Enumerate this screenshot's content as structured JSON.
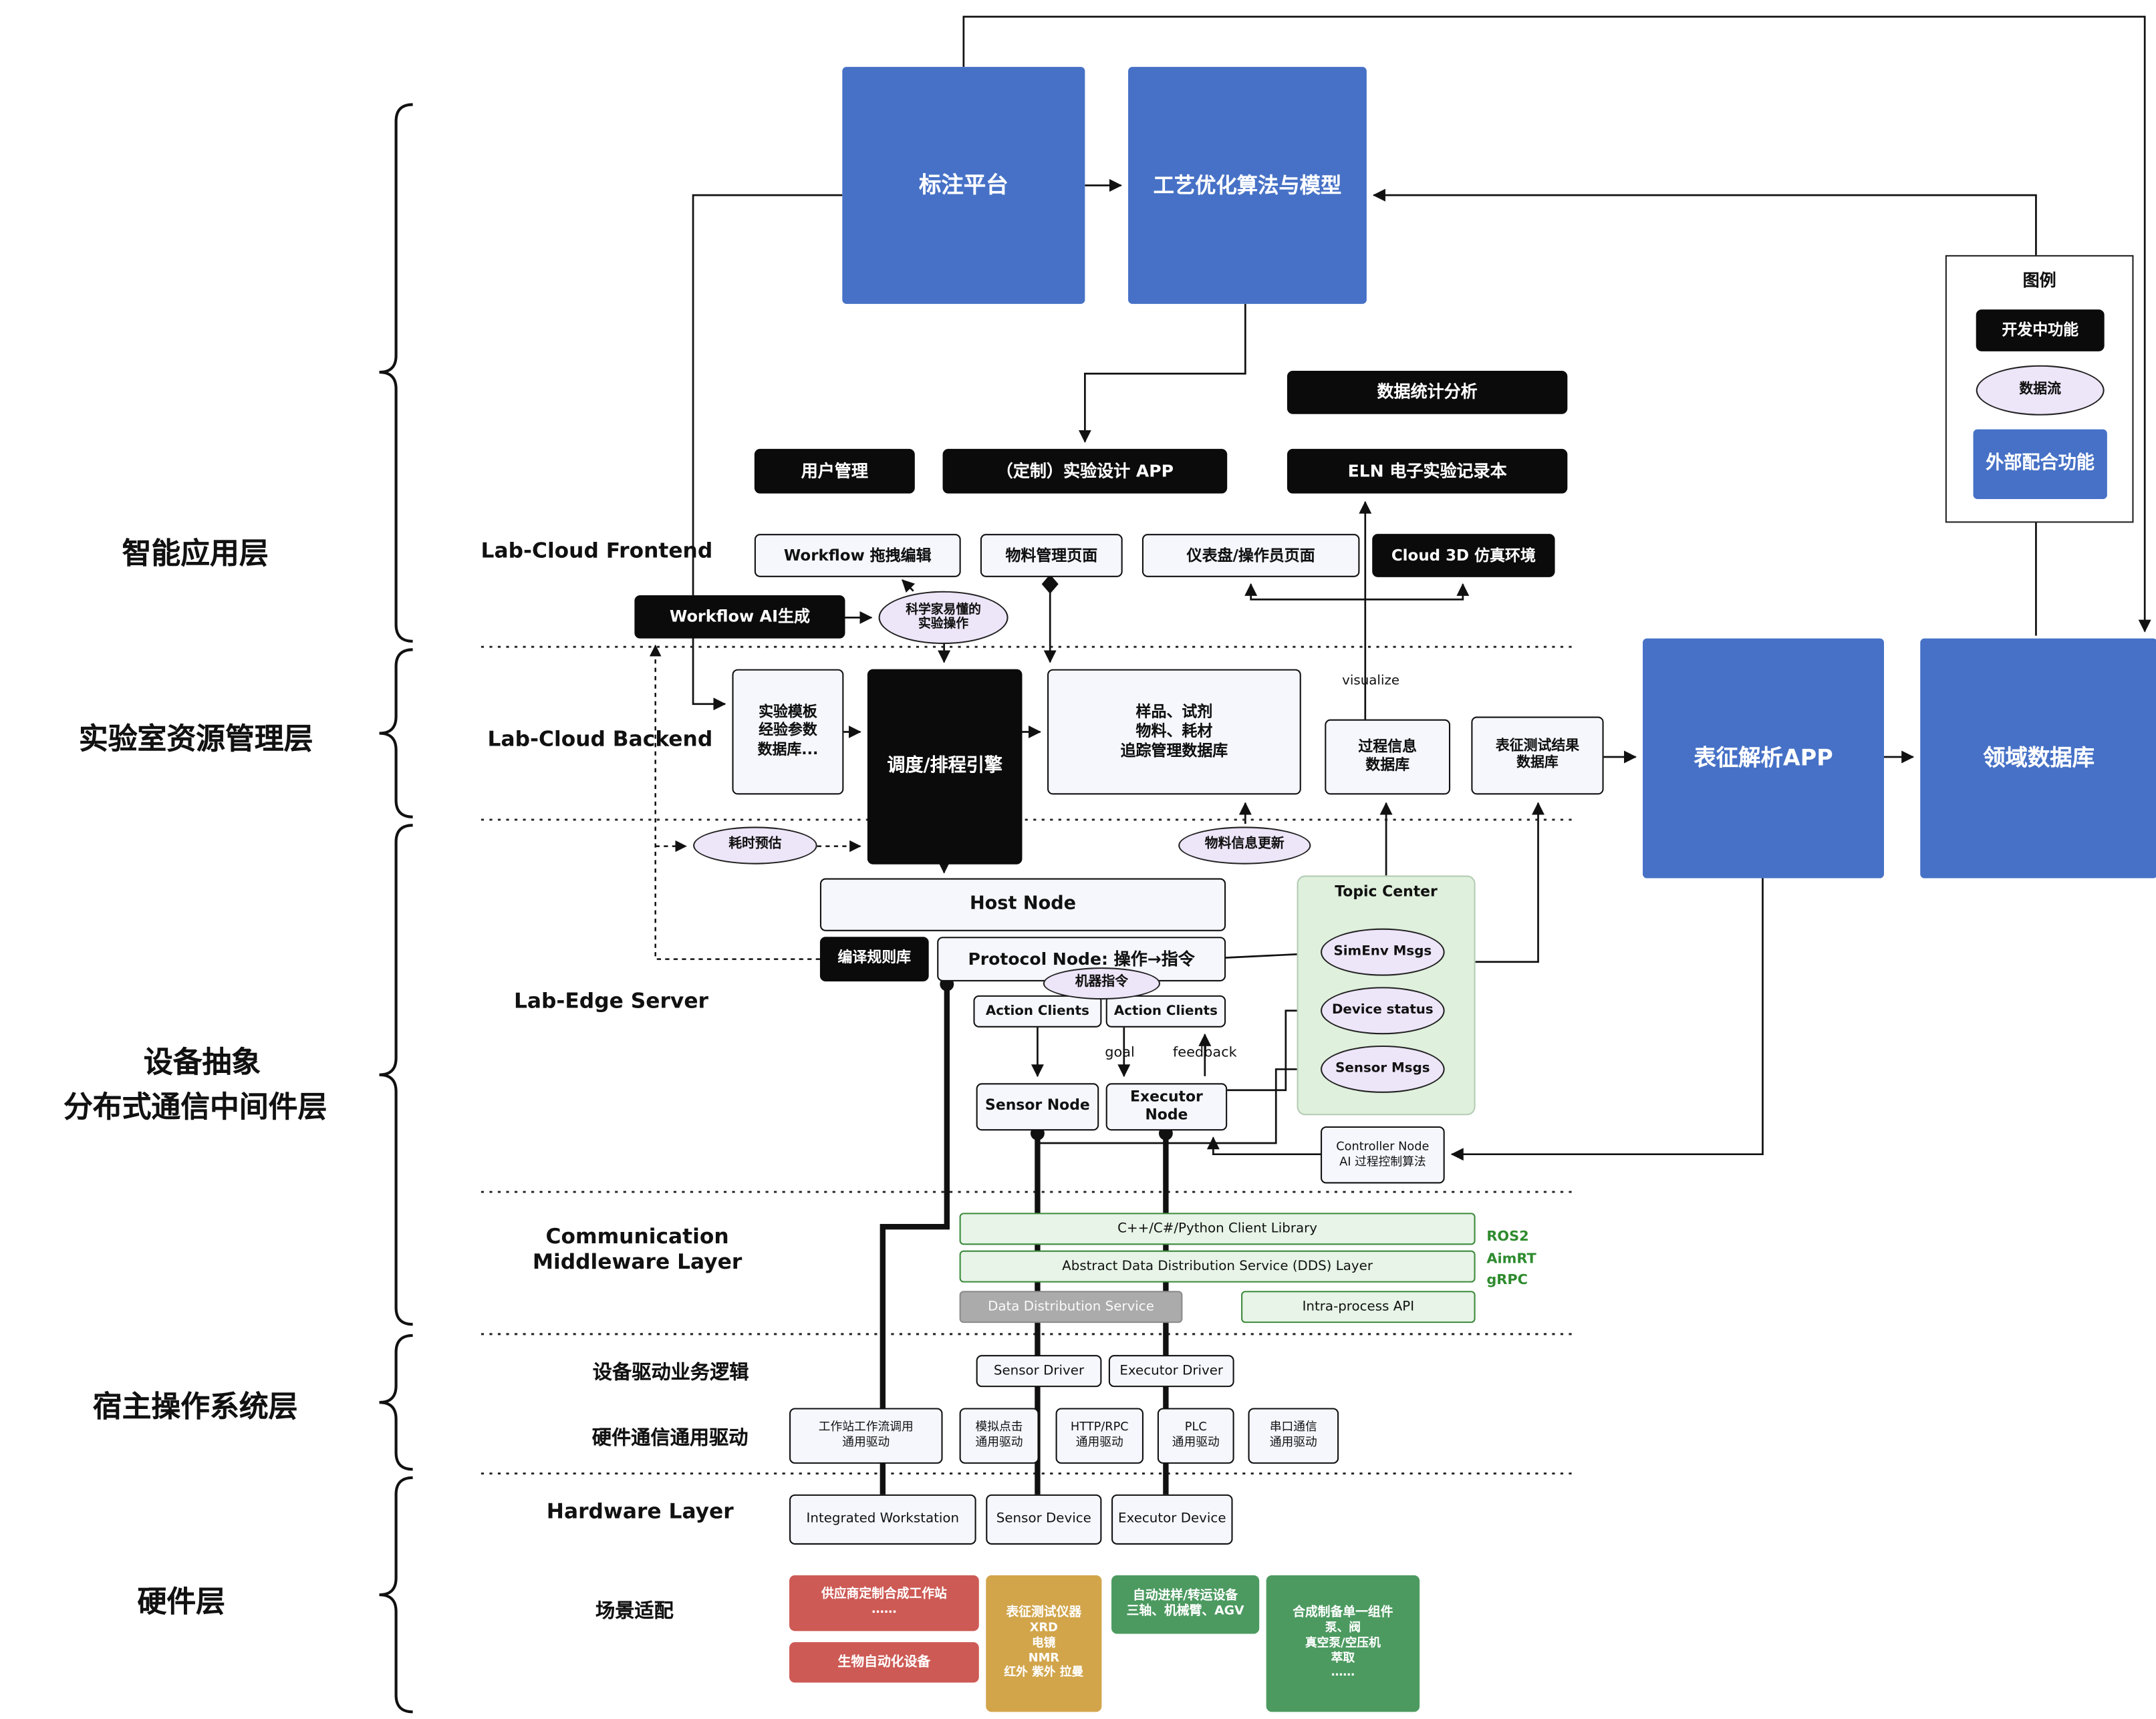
{
  "legend": {
    "title": "图例",
    "dev": "开发中功能",
    "flow": "数据流",
    "external": "外部配合功能"
  },
  "external": {
    "annotation_platform": "标注平台",
    "process_opt": "工艺优化算法与模型",
    "char_app": "表征解析APP",
    "domain_db": "领域数据库"
  },
  "app": {
    "data_stats": "数据统计分析",
    "user_mgmt": "用户管理",
    "custom_exp_app": "（定制）实验设计 APP",
    "eln": "ELN 电子实验记录本",
    "workflow_edit": "Workflow 拖拽编辑",
    "material_page": "物料管理页面",
    "dashboard_page": "仪表盘/操作员页面",
    "cloud3d": "Cloud 3D 仿真环境",
    "workflow_ai": "Workflow AI生成",
    "sci_ops": [
      "科学家易懂的",
      "实验操作"
    ]
  },
  "backend": {
    "template_db": [
      "实验模板",
      "经验参数",
      "数据库..."
    ],
    "scheduler": "调度/排程引擎",
    "sample_db": [
      "样品、试剂",
      "物料、耗材",
      "追踪管理数据库"
    ],
    "process_db": [
      "过程信息",
      "数据库"
    ],
    "char_result_db": [
      "表征测试结果",
      "数据库"
    ],
    "visualize": "visualize",
    "time_estimate": "耗时预估",
    "material_update": "物料信息更新"
  },
  "edge": {
    "host_node": "Host Node",
    "compile_rules": "编译规则库",
    "protocol_node": "Protocol Node: 操作→指令",
    "machine_cmd": "机器指令",
    "action_clients": "Action Clients",
    "goal": "goal",
    "feedback": "feedback",
    "sensor_node": "Sensor Node",
    "executor_node": "Executor Node",
    "topic_center": "Topic Center",
    "simenv_msgs": "SimEnv Msgs",
    "device_status": "Device status",
    "sensor_msgs": "Sensor Msgs",
    "controller_node": [
      "Controller Node",
      "AI 过程控制算法"
    ]
  },
  "middleware": {
    "client_lib": "C++/C#/Python Client Library",
    "dds_layer": "Abstract Data Distribution Service (DDS) Layer",
    "dds": "Data Distribution Service",
    "intra_api": "Intra-process API",
    "stack": [
      "ROS2",
      "AimRT",
      "gRPC"
    ]
  },
  "oslayer": {
    "driver_logic": "设备驱动业务逻辑",
    "sensor_driver": "Sensor Driver",
    "executor_driver": "Executor Driver",
    "hw_comm": "硬件通信通用驱动",
    "drivers": [
      [
        "工作站工作流调用",
        "通用驱动"
      ],
      [
        "模拟点击",
        "通用驱动"
      ],
      [
        "HTTP/RPC",
        "通用驱动"
      ],
      [
        "PLC",
        "通用驱动"
      ],
      [
        "串口通信",
        "通用驱动"
      ]
    ]
  },
  "hardware": {
    "integrated_ws": "Integrated Workstation",
    "sensor_device": "Sensor Device",
    "executor_device": "Executor Device",
    "scene": "场景适配",
    "vendor_ws": [
      "供应商定制合成工作站",
      "……"
    ],
    "bio_auto": "生物自动化设备",
    "char_instr": [
      "表征测试仪器",
      "XRD",
      "电镜",
      "NMR",
      "红外 紫外 拉曼"
    ],
    "transfer": [
      "自动进样/转运设备",
      "三轴、机械臂、AGV"
    ],
    "synth_comp": [
      "合成制备单一组件",
      "泵、阀",
      "真空泵/空压机",
      "萃取",
      "……"
    ]
  },
  "layers": [
    "智能应用层",
    "实验室资源管理层",
    "设备抽象",
    "分布式通信中间件层",
    "宿主操作系统层",
    "硬件层"
  ],
  "rows": {
    "frontend": "Lab-Cloud Frontend",
    "backend": "Lab-Cloud Backend",
    "edge": "Lab-Edge Server",
    "comm": [
      "Communication",
      "Middleware Layer"
    ],
    "hardware": "Hardware Layer"
  },
  "colors": {
    "blue": "#4671c6",
    "black": "#0b0b0b",
    "dataflow": "#ede5f8",
    "topic_green": "#dff0dc",
    "bar_green": "#e7f4e7",
    "red": "#cd5a55",
    "gold": "#d2a54b",
    "green": "#4c9a60",
    "ros_green": "#2e8b2e"
  }
}
